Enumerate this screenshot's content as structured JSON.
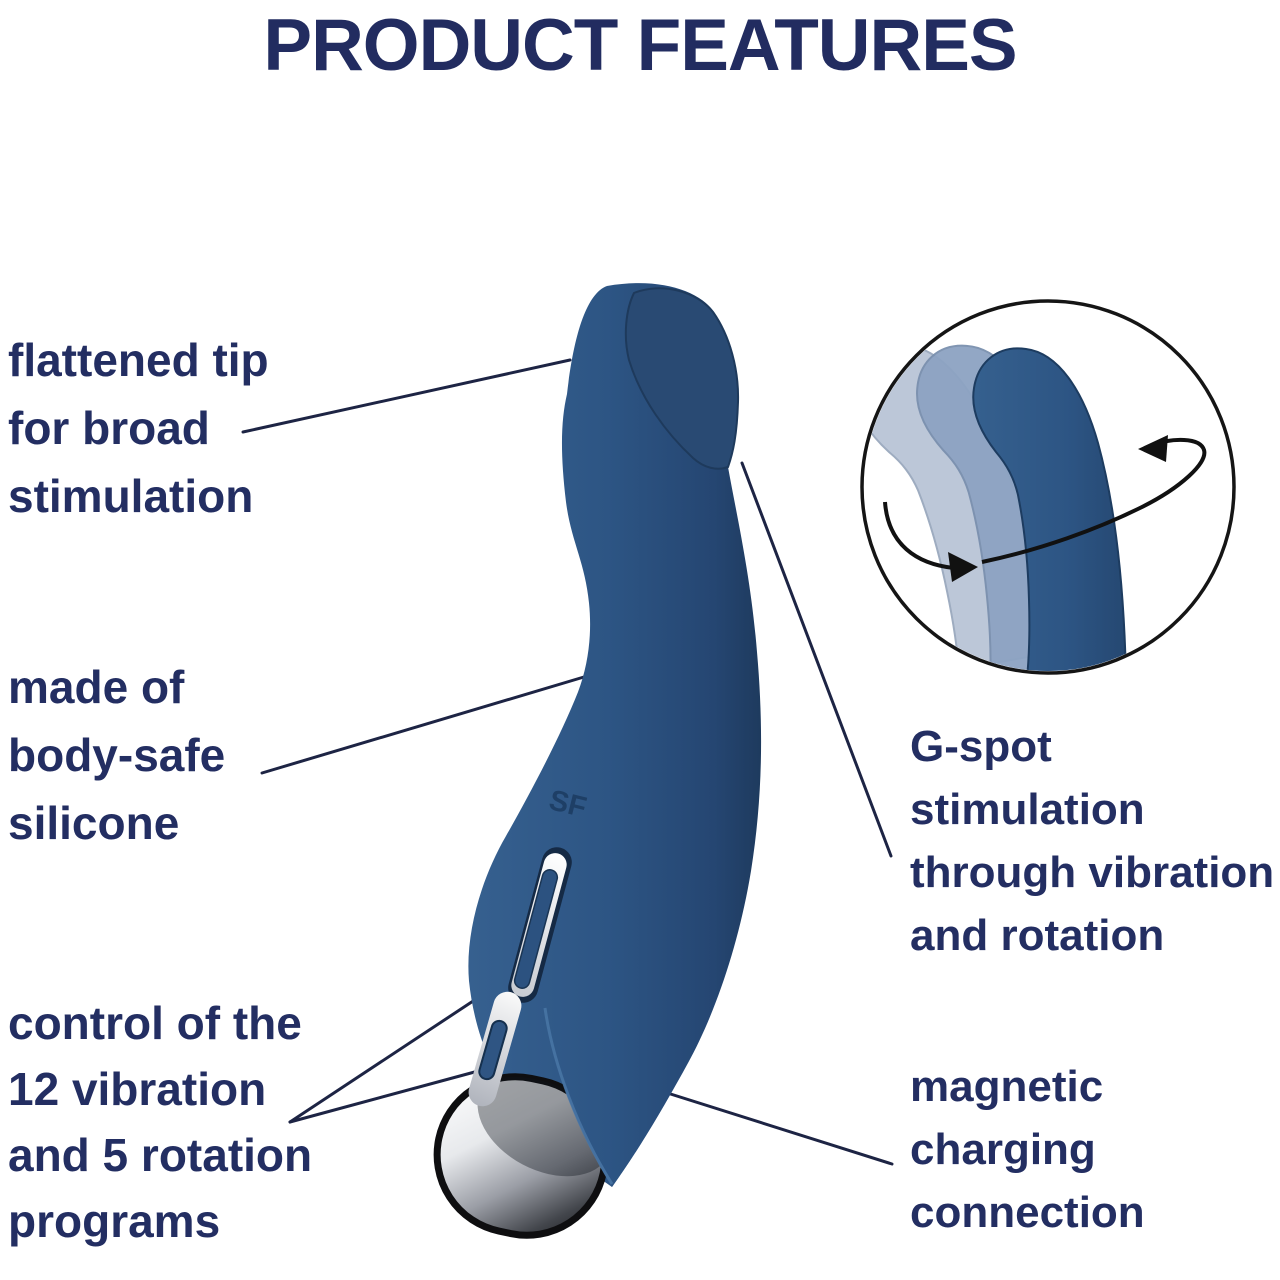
{
  "title": "PRODUCT FEATURES",
  "labels": {
    "flattened_tip": {
      "lines": [
        "flattened tip",
        "for broad",
        "stimulation"
      ]
    },
    "body_safe": {
      "lines": [
        "made of",
        "body-safe",
        "silicone"
      ]
    },
    "controls": {
      "lines": [
        "control of the",
        "12 vibration",
        "and 5 rotation",
        "programs"
      ]
    },
    "g_spot": {
      "lines": [
        "G-spot",
        "stimulation",
        "through vibration",
        "and rotation"
      ]
    },
    "magnetic": {
      "lines": [
        "magnetic",
        "charging",
        "connection"
      ]
    }
  },
  "product": {
    "brand_mark": "SF"
  },
  "colors": {
    "text_navy": "#232e62",
    "leader_line": "#1d2444",
    "body_blue": "#2d5584",
    "body_blue_dark": "#1c3758",
    "tip_face_blue": "#294a73",
    "chrome_light": "#ffffff",
    "chrome_dark": "#1c1d20",
    "ghost_light_blue": "#b7c3d5",
    "ghost_mid_blue": "#8da3c2",
    "inset_outline": "#151515",
    "background": "#ffffff"
  }
}
